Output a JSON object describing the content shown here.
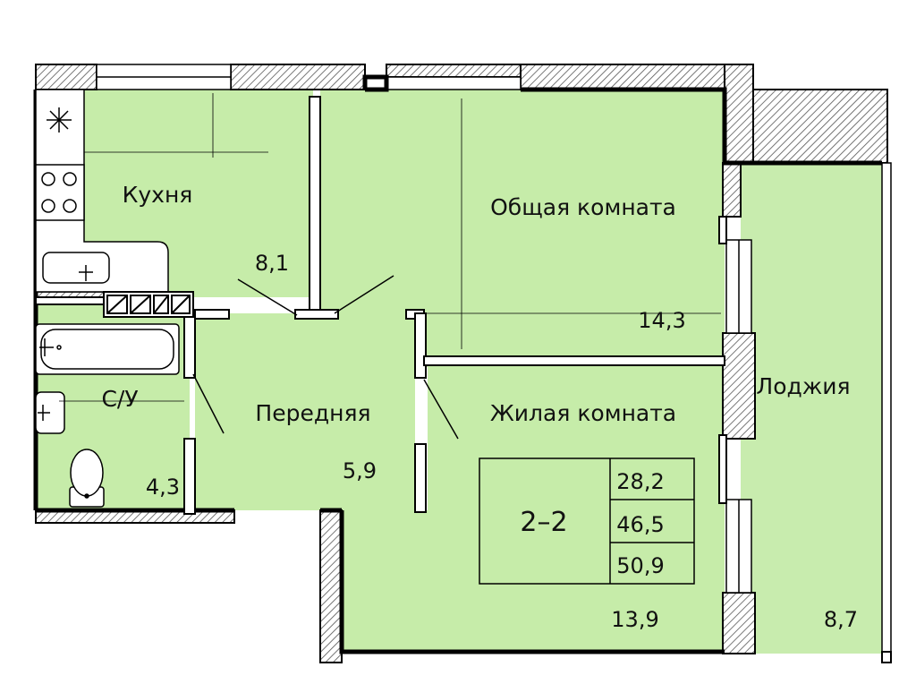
{
  "rooms": [
    {
      "id": "kitchen",
      "name": "Кухня",
      "area": "8,1"
    },
    {
      "id": "living",
      "name": "Общая комната",
      "area": "14,3"
    },
    {
      "id": "bathroom",
      "name": "С/У",
      "area": "4,3"
    },
    {
      "id": "hall",
      "name": "Передняя",
      "area": "5,9"
    },
    {
      "id": "bedroom",
      "name": "Жилая комната",
      "area": "13,9"
    },
    {
      "id": "loggia",
      "name": "Лоджия",
      "area": "8,7"
    }
  ],
  "summary": {
    "code": "2–2",
    "values": [
      "28,2",
      "46,5",
      "50,9"
    ]
  },
  "colors": {
    "room_fill": "#c6eca9",
    "loggia_fill": "#c8ecae",
    "wall": "#000000",
    "hatch": "#555555"
  }
}
